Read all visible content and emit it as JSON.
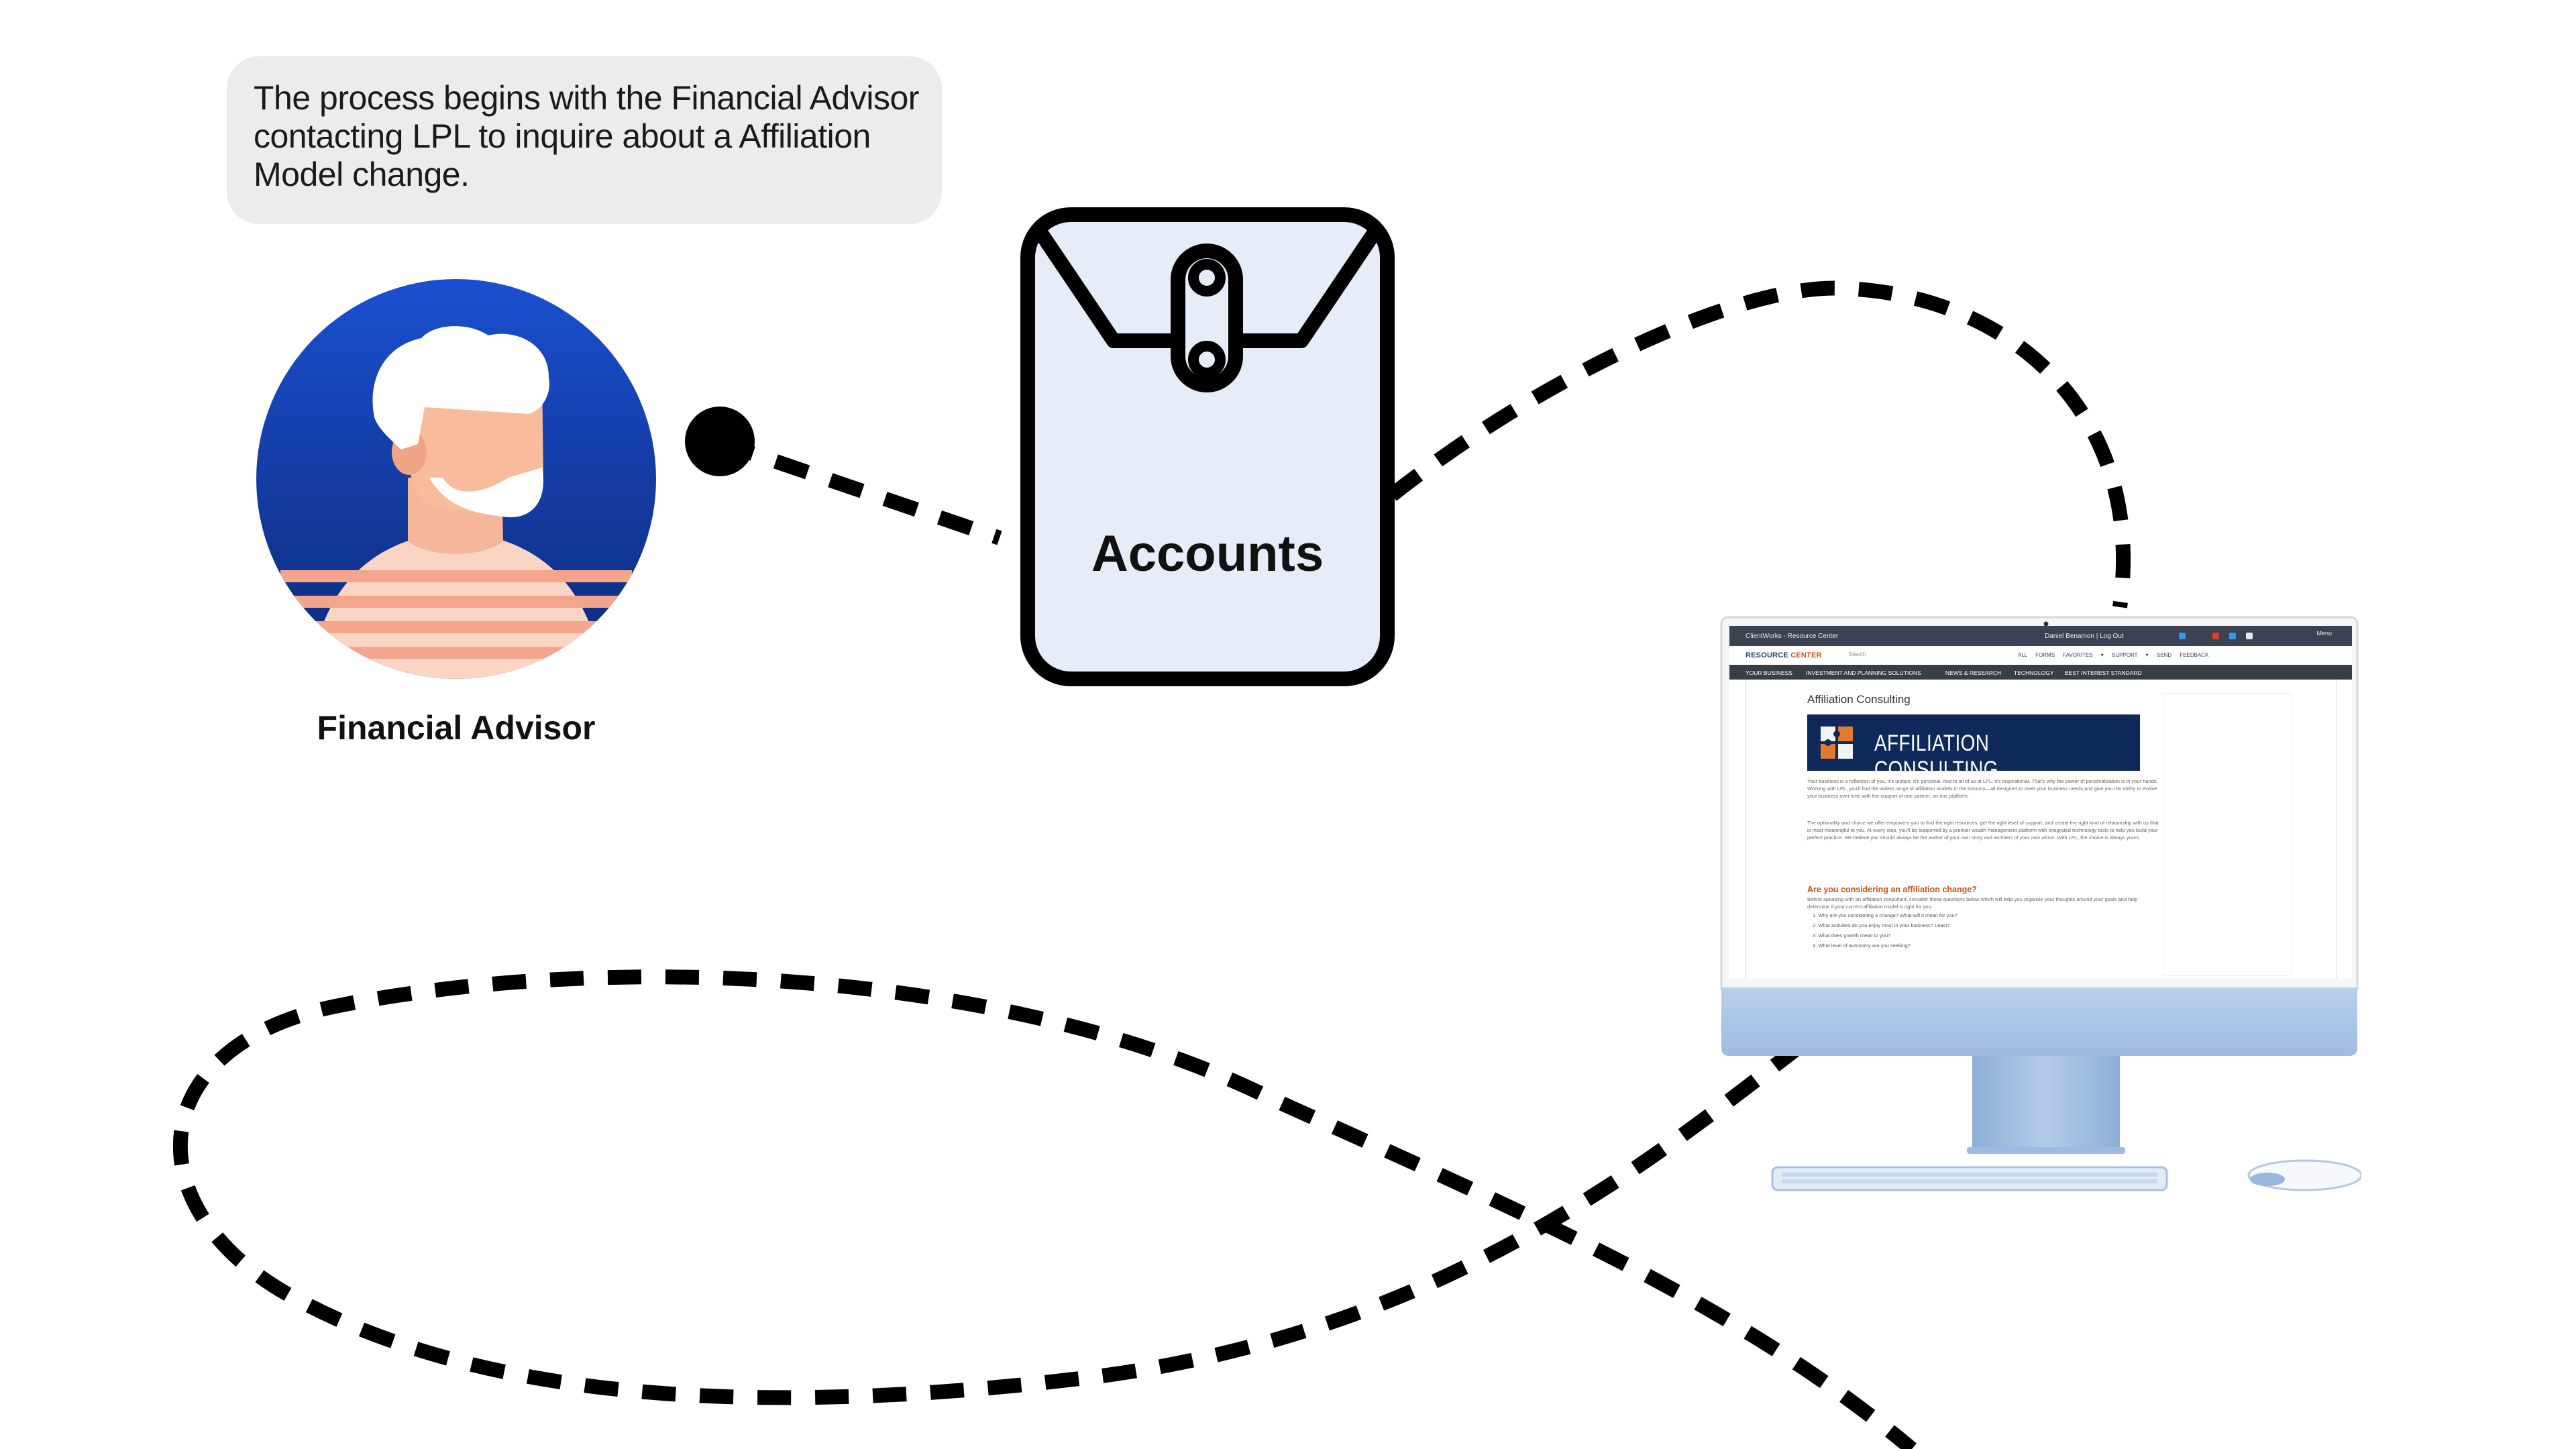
{
  "diagram": {
    "bubble_text": "The process begins with the Financial Advisor contacting LPL to inquire about a Affiliation Model change.",
    "advisor_label": "Financial Advisor",
    "envelope_label": "Accounts"
  },
  "icons": {
    "advisor": "person-avatar-icon",
    "envelope": "document-envelope-icon",
    "start": "start-dot-icon",
    "computer": "desktop-computer-icon"
  },
  "screen": {
    "window_title": "ClientWorks - Resource Center",
    "user": "Daniel Benamon | Log Out",
    "menu": "Menu",
    "logo_main": "RESOURCE",
    "logo_accent": "CENTER",
    "search_placeholder": "Search",
    "top_links": "ALL FORMS   FAVORITES ▾   SUPPORT ▾   SEND FEEDBACK",
    "nav": [
      "YOUR BUSINESS",
      "INVESTMENT AND PLANNING SOLUTIONS",
      "NEWS & RESEARCH",
      "TECHNOLOGY",
      "BEST INTEREST STANDARD"
    ],
    "page_title": "Affiliation Consulting",
    "banner_text": "AFFILIATION CONSULTING",
    "paragraph_1": "Your business is a reflection of you. It's unique. It's personal. And to all of us at LPL, it's inspirational. That's why the power of personalization is in your hands. Working with LPL, you'll find the widest range of affiliation models in the industry—all designed to meet your business needs and give you the ability to evolve your business over time with the support of one partner, on one platform.",
    "paragraph_2": "The optionality and choice we offer empowers you to find the right resources, get the right level of support, and create the right kind of relationship with us that is most meaningful to you. At every step, you'll be supported by a premier wealth management platform with integrated technology tools to help you build your perfect practice. We believe you should always be the author of your own story and architect of your own vision. With LPL, the choice is always yours.",
    "question_heading": "Are you considering an affiliation change?",
    "question_intro": "Before speaking with an affiliation consultant, consider these questions below which will help you organize your thoughts around your goals and help determine if your current affiliation model is right for you.",
    "questions": [
      "1. Why are you considering a change? What will it mean for you?",
      "2. What activities do you enjoy most in your business? Least?",
      "3. What does growth mean to you?",
      "4. What level of autonomy are you seeking?"
    ]
  },
  "colors": {
    "bubble": "#ececec",
    "avatar_top": "#1a4fd0",
    "avatar_bottom": "#0d2a78",
    "envelope_fill": "#e6ecf8",
    "path": "#000000",
    "monitor": "#a9c4e4",
    "accent_orange": "#c8501c"
  }
}
